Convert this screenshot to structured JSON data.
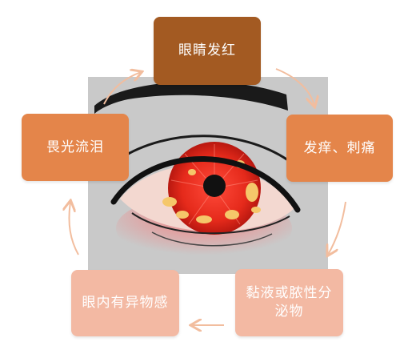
{
  "nodes": {
    "top": {
      "label": "眼睛发红",
      "color": "#a35a22"
    },
    "right": {
      "label": "发痒、刺痛",
      "color": "#e4854a"
    },
    "left": {
      "label": "畏光流泪",
      "color": "#e4854a"
    },
    "bottom_left": {
      "label": "眼内有异物感",
      "color": "#f3b9a3"
    },
    "bottom_right": {
      "label": "黏液或脓性分泌物",
      "color": "#f3b9a3"
    }
  },
  "colors": {
    "eye_background": "#c8c8c8",
    "iris": "#e52a1b",
    "arrow": "#f2bd9e"
  }
}
